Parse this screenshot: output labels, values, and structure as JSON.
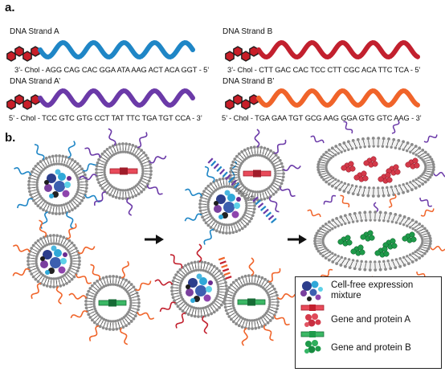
{
  "panels": {
    "a": "a.",
    "b": "b."
  },
  "strands": [
    {
      "name": "DNA Strand A",
      "sequence": "3’- Chol - AGG CAG CAC GGA ATA AAG ACT ACA GGT - 5’",
      "color": "#1f86c6"
    },
    {
      "name": "DNA Strand B",
      "sequence": "3’- Chol - CTT GAC CAC TCC CTT CGC ACA TTC TCA - 5’",
      "color": "#c2202e"
    },
    {
      "name": "DNA Strand A’",
      "sequence": "5’ - Chol - TCC GTC GTG CCT TAT TTC TGA TGT CCA - 3’",
      "color": "#6b3aa8"
    },
    {
      "name": "DNA Strand B’",
      "sequence": "5’ - Chol - TGA GAA TGT GCG AAG GGA GTG GTC AAG - 3’",
      "color": "#f0642a"
    }
  ],
  "cholesterol_color": "#c81e28",
  "legend": {
    "items": [
      {
        "label": "Cell-free expression mixture"
      },
      {
        "label": "Gene and protein A",
        "color": "#d43a4a"
      },
      {
        "label": "Gene and protein B",
        "color": "#1f9a4a"
      }
    ]
  },
  "arrows": [
    "right-arrow",
    "right-arrow"
  ]
}
